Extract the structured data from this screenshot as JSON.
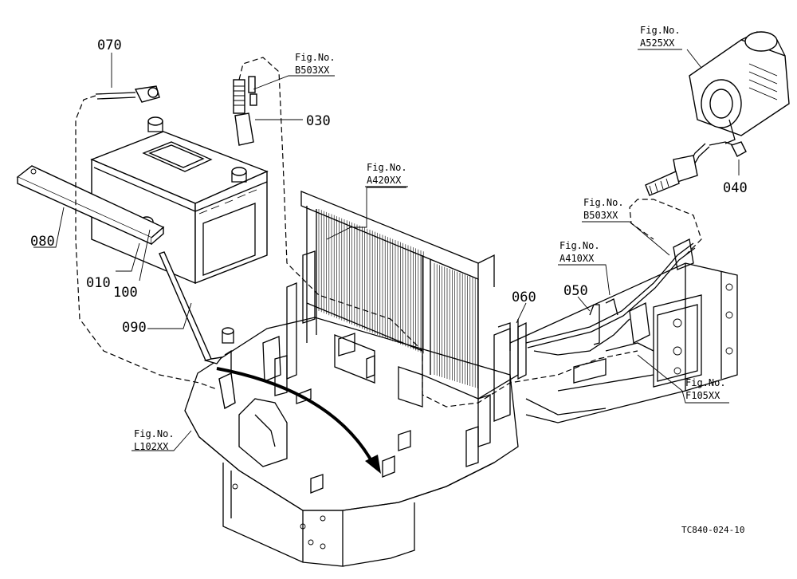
{
  "part_numbers": {
    "p070": "070",
    "p030": "030",
    "p080": "080",
    "p010": "010",
    "p100": "100",
    "p090": "090",
    "p060": "060",
    "p050": "050",
    "p040": "040"
  },
  "figure_refs": {
    "b503_top": {
      "line1": "Fig.No.",
      "line2": "B503XX"
    },
    "a525": {
      "line1": "Fig.No.",
      "line2": "A525XX"
    },
    "a420": {
      "line1": "Fig.No.",
      "line2": "A420XX"
    },
    "b503_right": {
      "line1": "Fig.No.",
      "line2": "B503XX"
    },
    "a410": {
      "line1": "Fig.No.",
      "line2": "A410XX"
    },
    "f105": {
      "line1": "Fig.No.",
      "line2": "F105XX"
    },
    "l102": {
      "line1": "Fig.No.",
      "line2": "L102XX"
    }
  },
  "drawing_code": "TC840-024-10"
}
